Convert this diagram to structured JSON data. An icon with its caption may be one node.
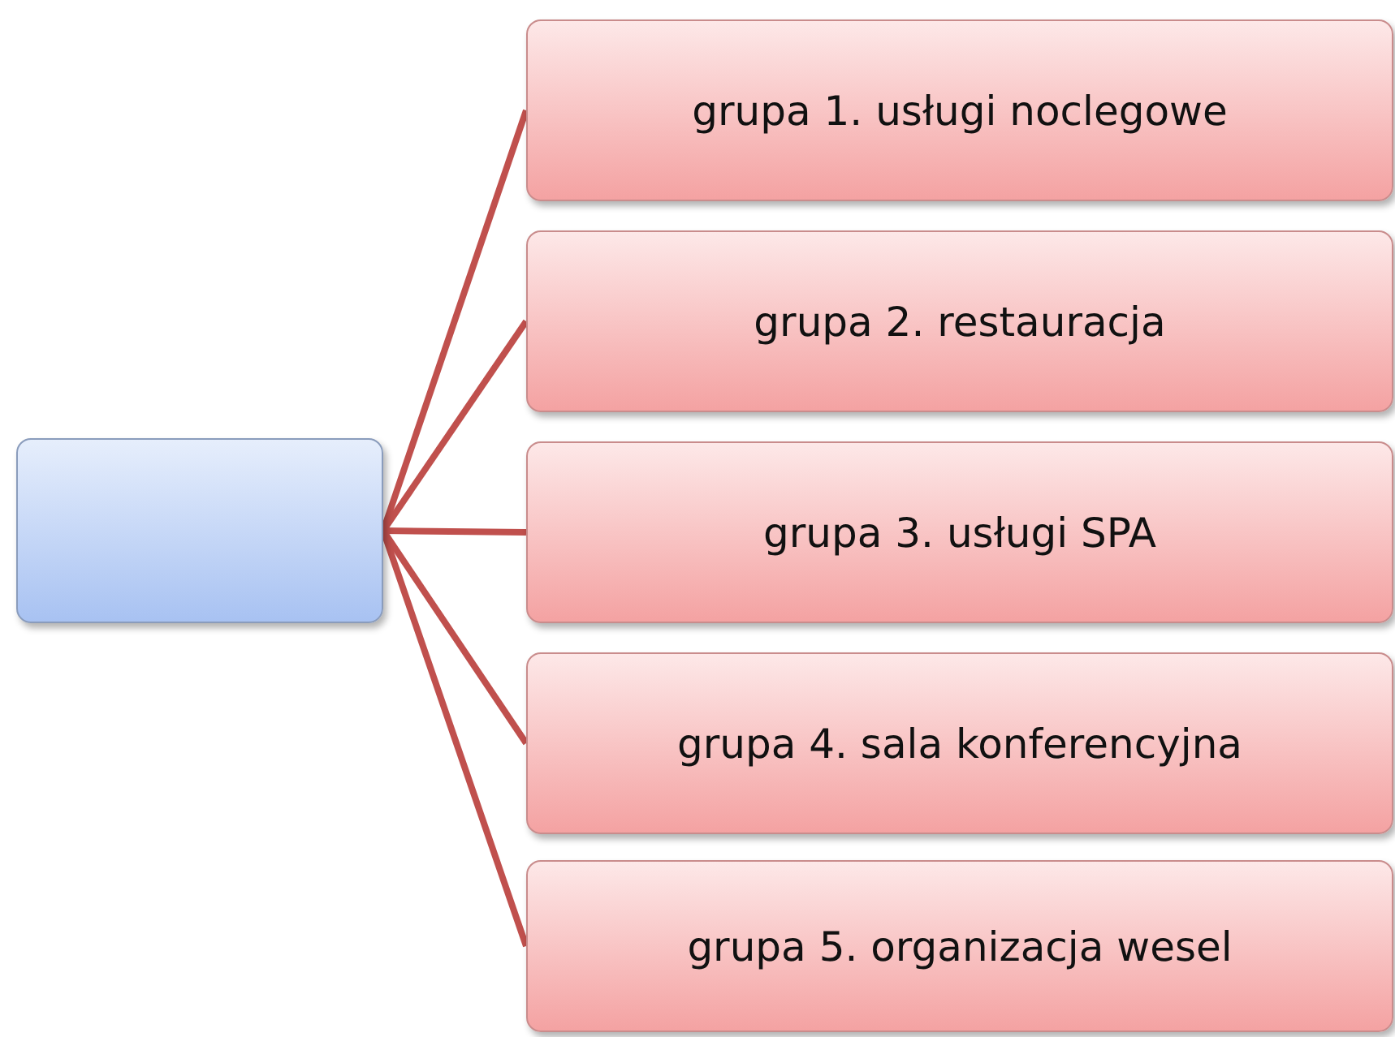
{
  "diagram": {
    "nodes": [
      {
        "text": [],
        "shape": "box"
      },
      {
        "text": [
          "grupa 1. usługi noclegowe"
        ]
      },
      {
        "text": [
          "grupa 2. restauracja"
        ]
      },
      {
        "text": [
          "grupa 3. usługi SPA"
        ]
      },
      {
        "text": [
          "grupa 4. sala konferencyjna"
        ]
      },
      {
        "text": [
          "grupa 5. organizacja wesel"
        ]
      }
    ],
    "edges": [
      {
        "from": 0,
        "to": 1,
        "arrow": "none"
      },
      {
        "from": 0,
        "to": 2,
        "arrow": "none"
      },
      {
        "from": 0,
        "to": 3,
        "arrow": "none"
      },
      {
        "from": 0,
        "to": 4,
        "arrow": "none"
      },
      {
        "from": 0,
        "to": 5,
        "arrow": "none"
      }
    ]
  }
}
